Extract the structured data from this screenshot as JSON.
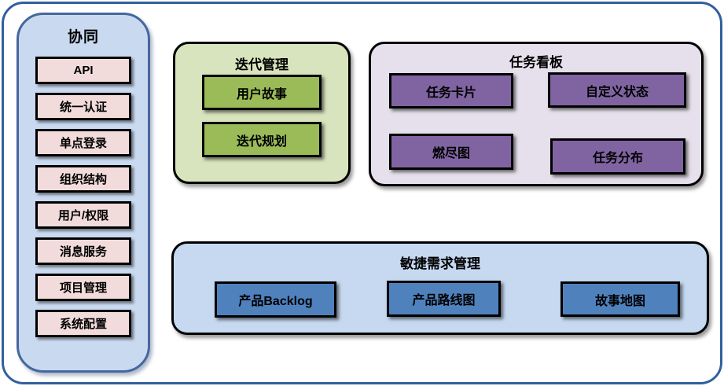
{
  "sidebar": {
    "title": "协同",
    "items": [
      "API",
      "统一认证",
      "单点登录",
      "组织结构",
      "用户/权限",
      "消息服务",
      "项目管理",
      "系统配置"
    ]
  },
  "panels": {
    "iteration": {
      "title": "迭代管理",
      "items": [
        "用户故事",
        "迭代规划"
      ]
    },
    "kanban": {
      "title": "任务看板",
      "items": [
        "任务卡片",
        "自定义状态",
        "燃尽图",
        "任务分布"
      ]
    },
    "requirements": {
      "title": "敏捷需求管理",
      "items": [
        "产品Backlog",
        "产品路线图",
        "故事地图"
      ]
    }
  },
  "colors": {
    "outer_border": "#31609c",
    "sidebar_fill": "#c9d9f0",
    "sidebar_border": "#44689d",
    "pink_fill": "#f2dcdb",
    "green_panel_fill": "#d8e4bd",
    "green_box_fill": "#9bbb59",
    "purple_panel_fill": "#e6e0ec",
    "purple_box_fill": "#8064a2",
    "blue_panel_fill": "#c6d9f1",
    "blue_box_fill": "#4f81bd",
    "box_border": "#000000"
  }
}
